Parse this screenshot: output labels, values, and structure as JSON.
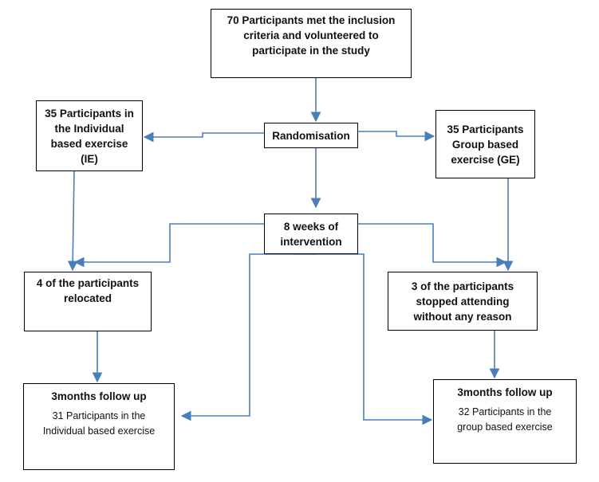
{
  "colors": {
    "connector": "#4a7ebb",
    "box_border": "#000000",
    "text": "#111111"
  },
  "boxes": {
    "inclusion": {
      "lines": [
        "70 Participants met the inclusion",
        "criteria and volunteered to",
        "participate in the study"
      ]
    },
    "randomisation": {
      "lines": [
        "Randomisation"
      ]
    },
    "individual_group": {
      "lines": [
        "35 Participants in",
        "the Individual",
        "based exercise",
        "(IE)"
      ]
    },
    "exercise_group": {
      "lines": [
        "35 Participants",
        "Group based",
        "exercise (GE)"
      ]
    },
    "intervention": {
      "lines": [
        "8 weeks of",
        "intervention"
      ]
    },
    "relocated": {
      "lines": [
        "4 of the participants",
        "relocated"
      ]
    },
    "stopped": {
      "lines": [
        "3 of the participants",
        "stopped attending",
        "without any reason"
      ]
    },
    "followup_ie": {
      "title": "3months follow up",
      "lines": [
        "31 Participants in the",
        "Individual based exercise"
      ]
    },
    "followup_ge": {
      "title": "3months follow up",
      "lines": [
        "32 Participants in the",
        "group based exercise"
      ]
    }
  }
}
